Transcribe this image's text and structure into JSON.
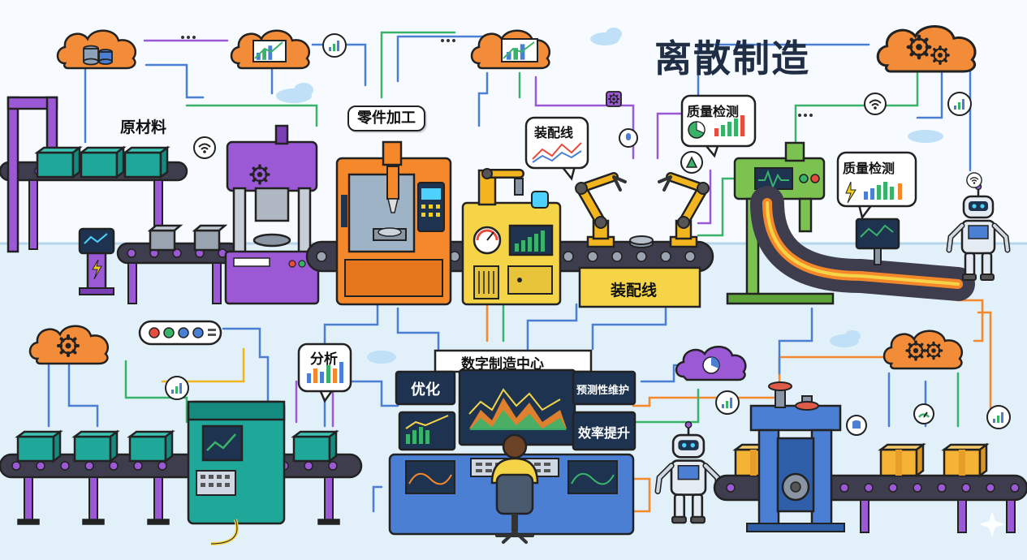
{
  "title": "离散制造",
  "stations": {
    "raw_materials": "原材料",
    "parts_machining": "零件加工",
    "assembly_line_bubble": "装配线",
    "assembly_line_sign": "装配线",
    "quality_check_top": "质量检测",
    "quality_check_right": "质量检测"
  },
  "control_center": {
    "title": "数字制造中心",
    "panels": {
      "optimize": "优化",
      "predictive_maintenance": "预测性维护",
      "efficiency": "效率提升"
    }
  },
  "analysis": "分析",
  "colors": {
    "cloud": "#f28c38",
    "purple_machine": "#9b59d6",
    "orange_machine": "#f5882b",
    "yellow_machine": "#f5d547",
    "green_machine": "#7cc251",
    "teal_machine": "#1fa89a",
    "blue_machine": "#4a7fd4",
    "conveyor": "#3d3d4d",
    "box": "#1fa89a",
    "arm": "#f2b51f",
    "screen": "#1d3350"
  }
}
